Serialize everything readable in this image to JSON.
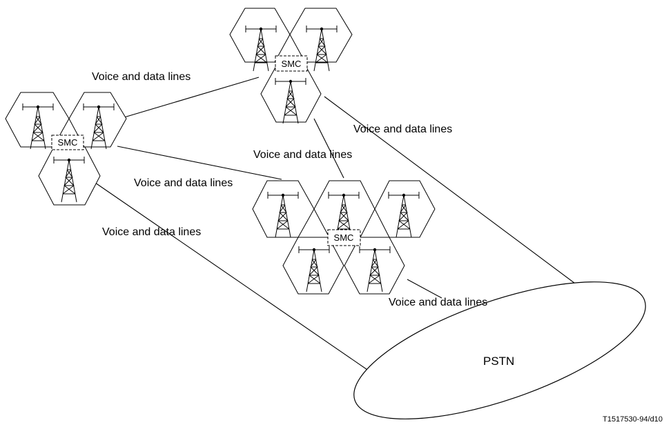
{
  "clusters": [
    {
      "id": "left",
      "smc_label": "SMC"
    },
    {
      "id": "top",
      "smc_label": "SMC"
    },
    {
      "id": "right",
      "smc_label": "SMC"
    }
  ],
  "labels": {
    "top_left_link": "Voice and data lines",
    "top_to_pstn": "Voice and data lines",
    "top_to_right": "Voice and data lines",
    "left_to_right": "Voice and data lines",
    "left_to_pstn": "Voice and data lines",
    "right_to_pstn": "Voice and data lines"
  },
  "pstn_label": "PSTN",
  "figure_id": "T1517530-94/d10"
}
